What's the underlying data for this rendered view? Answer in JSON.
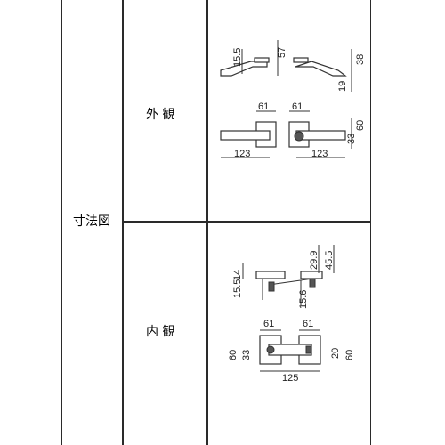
{
  "table": {
    "row_header": "寸法図",
    "sections": [
      {
        "label": "外 観"
      },
      {
        "label": "内 観"
      }
    ]
  },
  "exterior": {
    "dims": {
      "h15_5": "15.5",
      "h57": "57",
      "h38": "38",
      "h19": "19",
      "w61_left": "61",
      "w61_right": "61",
      "w123_left": "123",
      "w123_right": "123",
      "h60": "60",
      "d33": "33"
    }
  },
  "interior": {
    "dims": {
      "h14": "14",
      "h15_5": "15.5",
      "h15_6": "15.6",
      "h29_9": "29.9",
      "h45_5": "45.5",
      "w61_left": "61",
      "w61_right": "61",
      "h60_left": "60",
      "h33": "33",
      "h20": "20",
      "h60_right": "60",
      "w125": "125"
    }
  }
}
